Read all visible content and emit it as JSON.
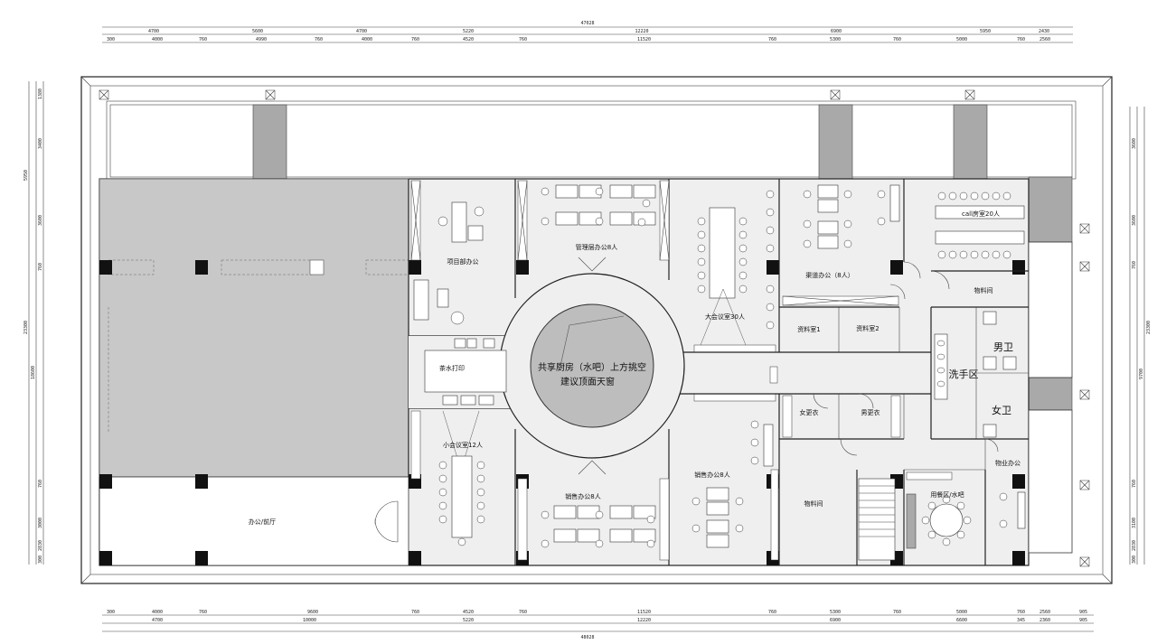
{
  "plan": {
    "dimensions_top": {
      "overall": "47028",
      "row1": [
        "4700",
        "5600",
        "4700",
        "5220",
        "12220",
        "6900",
        "5950",
        "2430"
      ],
      "row2": [
        "300",
        "4000",
        "760",
        "4990",
        "760",
        "4000",
        "760",
        "4520",
        "760",
        "11520",
        "760",
        "5300",
        "760",
        "5000",
        "760",
        "2560"
      ]
    },
    "dimensions_bottom": {
      "overall": "48028",
      "row1": [
        "300",
        "4000",
        "760",
        "9600",
        "760",
        "4520",
        "760",
        "11520",
        "760",
        "5300",
        "760",
        "5000",
        "760",
        "2560",
        "905"
      ],
      "row2": [
        "4700",
        "10000",
        "5220",
        "12220",
        "6900",
        "6600",
        "345",
        "2360",
        "905"
      ]
    },
    "dimensions_left": [
      "1380",
      "3400",
      "5950",
      "3600",
      "760",
      "23300",
      "18600",
      "760",
      "3000",
      "2830",
      "300"
    ],
    "dimensions_right": [
      "3600",
      "3600",
      "760",
      "23300",
      "9700",
      "760",
      "3100",
      "2830",
      "300"
    ],
    "rooms": {
      "project_office": "项目部办公",
      "manager_office": "管理层办公8人",
      "large_meeting": "大会议室30人",
      "channel_office": "渠道办公（8人）",
      "call_room": "call房室20人",
      "storage_top": "物料间",
      "archive1": "资料室1",
      "archive2": "资料室2",
      "tea_print": "茶水打印",
      "shared_kitchen_line1": "共享厨房（水吧）上方挑空",
      "shared_kitchen_line2": "建议顶面天窗",
      "mens_wc": "男卫",
      "wash_area": "洗手区",
      "womens_wc": "女卫",
      "female_locker": "女更衣",
      "male_locker": "男更衣",
      "small_meeting": "小会议室12人",
      "sales_office_bottom": "销售办公8人",
      "sales_office_right": "销售办公8人",
      "storage_bottom": "物料间",
      "property_office": "物业办公",
      "dining_bar": "用餐区/水吧",
      "office_reception": "办公/前厅"
    }
  }
}
